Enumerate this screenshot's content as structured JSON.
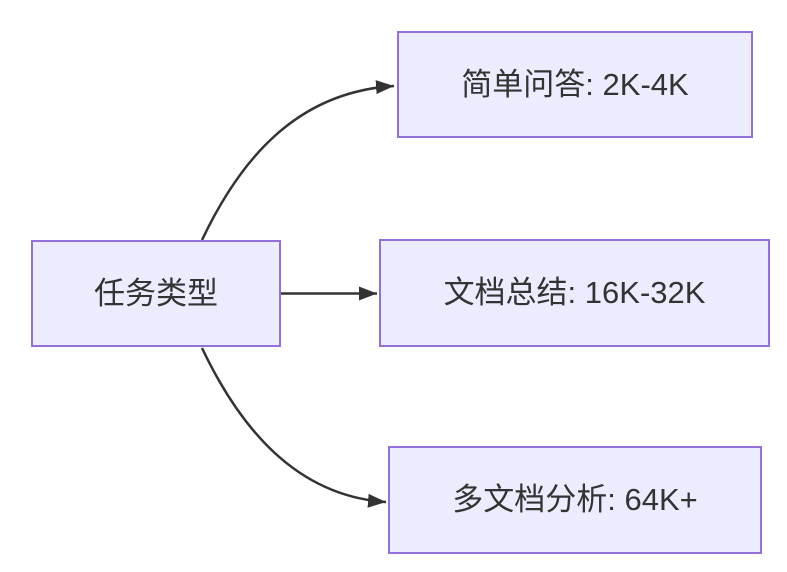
{
  "colors": {
    "background": "#FFFFFF",
    "node_fill": "#ECECFF",
    "node_border": "#9370DB",
    "text": "#333333",
    "edge": "#333333"
  },
  "diagram": {
    "type": "flowchart",
    "direction": "LR",
    "nodes": {
      "root": {
        "label": "任务类型"
      },
      "simple_qa": {
        "label": "简单问答: 2K-4K"
      },
      "doc_summary": {
        "label": "文档总结: 16K-32K"
      },
      "multi_doc": {
        "label": "多文档分析: 64K+"
      }
    },
    "edges": [
      {
        "from": "root",
        "to": "simple_qa"
      },
      {
        "from": "root",
        "to": "doc_summary"
      },
      {
        "from": "root",
        "to": "multi_doc"
      }
    ]
  }
}
